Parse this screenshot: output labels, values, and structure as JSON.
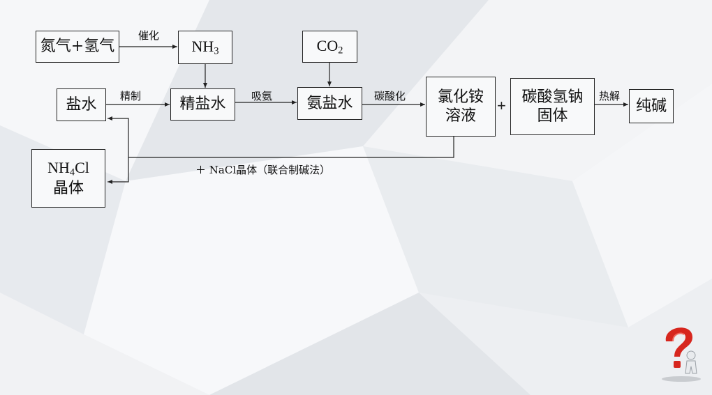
{
  "boxes": {
    "n2_h2": "氮气+氢气",
    "nh3": {
      "main": "NH",
      "sub": "3"
    },
    "co2": {
      "main": "CO",
      "sub": "2"
    },
    "brine": "盐水",
    "refined_brine": "精盐水",
    "ammonia_brine": "氨盐水",
    "nh4cl_solution": {
      "line1": "氯化铵",
      "line2": "溶液"
    },
    "nahco3_solid": {
      "line1": "碳酸氢钠",
      "line2": "固体"
    },
    "soda_ash": "纯碱",
    "nh4cl_crystal": {
      "nh": "NH",
      "sub": "4",
      "cl": "Cl",
      "line2": "晶体"
    }
  },
  "labels": {
    "catalysis": "催化",
    "refining": "精制",
    "absorb_ammonia": "吸氨",
    "carbonation": "碳酸化",
    "plus": "+",
    "thermal_decomposition": "热解",
    "recycle_note": "＋ NaCl晶体（联合制碱法）"
  },
  "icons": {
    "corner": "question-mark-figure-icon"
  }
}
